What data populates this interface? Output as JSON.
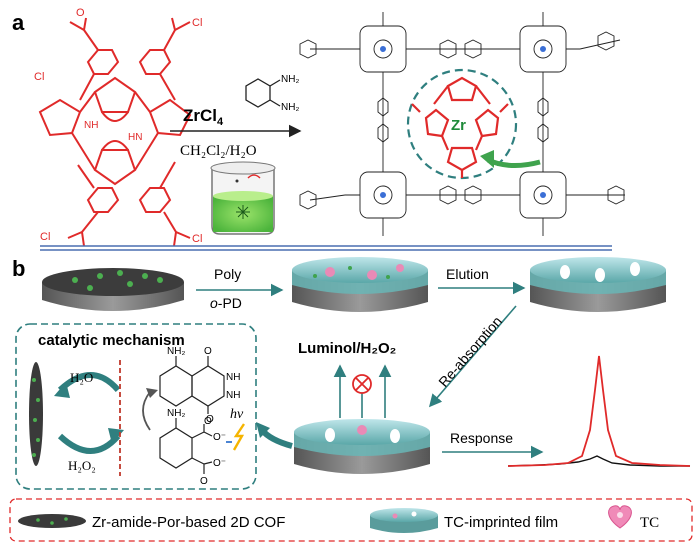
{
  "panel_a": {
    "label": "a",
    "reagent_main": "ZrCl",
    "reagent_sub": "4",
    "solvent": "CH₂Cl₂/H₂O",
    "diamine_nh2_top": "NH₂",
    "diamine_nh2_bottom": "NH₂",
    "acyl_chloride_label": "Cl",
    "porphyrin_nh": "NH",
    "porphyrin_hn": "HN",
    "zr_label": "Zr"
  },
  "panel_b": {
    "label": "b",
    "step_poly": "Poly",
    "step_opd_italic": "o",
    "step_opd_rest": "-PD",
    "step_elution": "Elution",
    "step_reabsorption": "Re-absorption",
    "step_response": "Response",
    "luminol_label": "Luminol/H₂O₂",
    "mechanism_title": "catalytic mechanism",
    "h2o": "H₂O",
    "h2o2": "H₂O₂",
    "hv": "hv",
    "nh2": "NH₂",
    "nh": "NH",
    "o_label": "O",
    "o_minus": "O⁻"
  },
  "legend": {
    "cof_label": "Zr-amide-Por-based 2D COF",
    "film_label": "TC-imprinted film",
    "tc_label": "TC"
  },
  "colors": {
    "red": "#e02a2a",
    "teal": "#2f7f7f",
    "green": "#3fa34d",
    "divider": "#4a6fb0",
    "black_curve": "#111111"
  }
}
